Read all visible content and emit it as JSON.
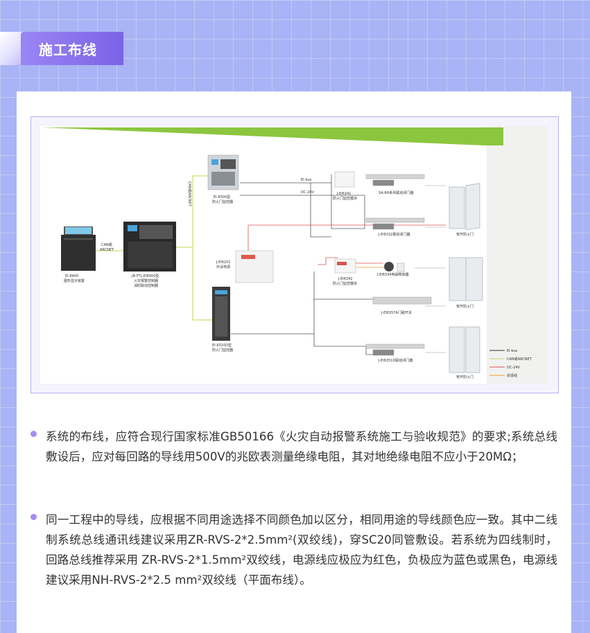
{
  "header": {
    "title": "施工布线"
  },
  "diagram": {
    "banner_title": "防火门监控系统图",
    "devices": {
      "graphic_display": [
        "EI-8400",
        "图形显示装置"
      ],
      "fire_controller": [
        "JB-FTL-EI8000型",
        "火灾报警控制器",
        "消防联动控制器"
      ],
      "monitor_top": [
        "EI-8300型",
        "防火门监控器"
      ],
      "monitor_bottom": [
        "EI-8310D型",
        "防火门监控器"
      ],
      "power_supply": [
        "J-EI6201",
        "外设电源"
      ],
      "module_top": [
        "J-EI6341",
        "防火门监控模块"
      ],
      "module_mid": [
        "J-EI6342",
        "防火门监控模块"
      ],
      "closer_1": "SA-8H系列联动闭门器",
      "closer_2": "J-EI6332联动闭门器",
      "closer_3": "J-EI6334电磁释放器",
      "closer_4": "J-EI6357A门磁开关",
      "closer_5": "J-EI6351D联动闭门器",
      "door_1": "常开防火门",
      "door_2": "常开防火门",
      "door_3": "常开防火门"
    },
    "wire_labels": {
      "can_arcnet": [
        "CAN或",
        "ARCNET"
      ],
      "can_vertical": "CAN或ARCNET",
      "ei_bus": "EI-bus",
      "dc_24v": "DC-24V"
    },
    "legend": [
      {
        "label": "EI-bus",
        "color": "#333333"
      },
      {
        "label": "CAN或ARCNET",
        "color": "#c5d86d"
      },
      {
        "label": "DC-24V",
        "color": "#d9534f"
      },
      {
        "label": "反馈线",
        "color": "#f0a030"
      }
    ],
    "colors": {
      "green_line": "#b8d94e",
      "bus_line": "#555555",
      "power_line": "#d9534f",
      "feedback_line": "#f0a030"
    }
  },
  "bullets": [
    "系统的布线，应符合现行国家标准GB50166《火灾自动报警系统施工与验收规范》的要求;系统总线敷设后，应对每回路的导线用500V的兆欧表测量绝缘电阻，其对地绝缘电阻不应小于20MΩ；",
    "同一工程中的导线，应根据不同用途选择不同颜色加以区分，相同用途的导线颜色应一致。其中二线制系统总线通讯线建议采用ZR-RVS-2*2.5mm²(双绞线)，穿SC20同管敷设。若系统为四线制时，回路总线推荐采用 ZR-RVS-2*1.5mm²双绞线，电源线应极应为红色，负极应为蓝色或黑色，电源线建议采用NH-RVS-2*2.5 mm²双绞线（平面布线）。"
  ]
}
